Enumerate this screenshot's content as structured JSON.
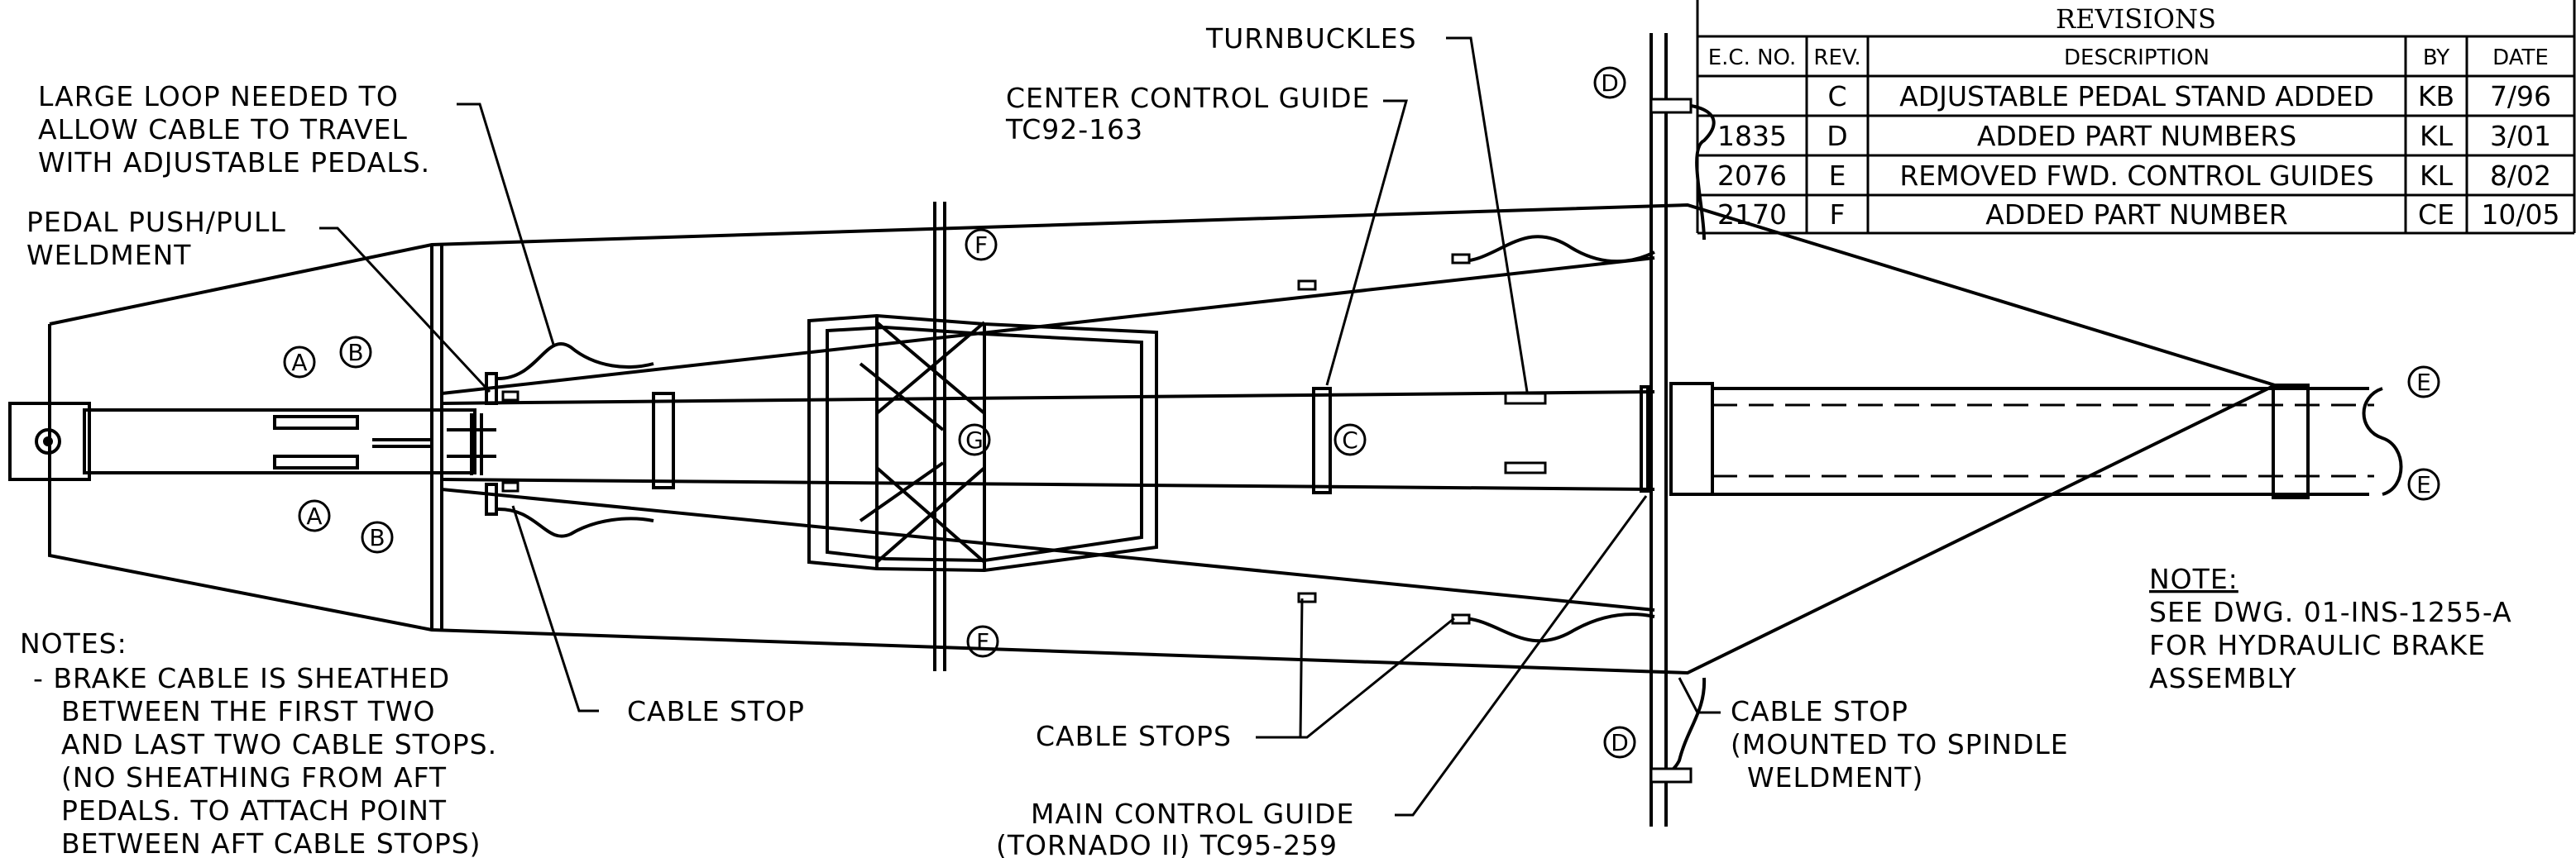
{
  "revisions": {
    "title": "REVISIONS",
    "columns": [
      "E.C. NO.",
      "REV.",
      "DESCRIPTION",
      "BY",
      "DATE"
    ],
    "rows": [
      [
        "",
        "C",
        "ADJUSTABLE PEDAL STAND ADDED",
        "KB",
        "7/96"
      ],
      [
        "1835",
        "D",
        "ADDED PART NUMBERS",
        "KL",
        "3/01"
      ],
      [
        "2076",
        "E",
        "REMOVED FWD. CONTROL GUIDES",
        "KL",
        "8/02"
      ],
      [
        "2170",
        "F",
        "ADDED PART NUMBER",
        "CE",
        "10/05"
      ]
    ]
  },
  "callouts": {
    "turnbuckles": "TURNBUCKLES",
    "large_loop": [
      "LARGE LOOP NEEDED TO",
      "ALLOW CABLE TO TRAVEL",
      "WITH ADJUSTABLE PEDALS."
    ],
    "center_guide": [
      "CENTER CONTROL GUIDE",
      "TC92-163"
    ],
    "pedal_push": [
      "PEDAL PUSH/PULL",
      "WELDMENT"
    ],
    "cable_stop_left": "CABLE STOP",
    "cable_stops": "CABLE STOPS",
    "main_guide": [
      "MAIN CONTROL GUIDE",
      "(TORNADO II) TC95-259"
    ],
    "cable_stop_right": [
      "CABLE STOP",
      "(MOUNTED TO SPINDLE",
      "WELDMENT)"
    ]
  },
  "notes": {
    "heading": "NOTES:",
    "lines": [
      "- BRAKE CABLE IS SHEATHED",
      "BETWEEN THE FIRST TWO",
      "AND LAST TWO CABLE STOPS.",
      "(NO SHEATHING FROM AFT",
      "PEDALS.  TO ATTACH POINT",
      "BETWEEN AFT CABLE STOPS)"
    ]
  },
  "note_right": {
    "heading": "NOTE:",
    "lines": [
      "SEE DWG. 01-INS-1255-A",
      "FOR HYDRAULIC BRAKE",
      "ASSEMBLY"
    ]
  },
  "markers": {
    "A_top": "A",
    "A_bottom": "A",
    "B_top": "B",
    "B_bottom": "B",
    "C": "C",
    "D_top": "D",
    "D_bottom": "D",
    "E_top": "E",
    "E_bottom": "E",
    "F_top": "F",
    "F_bottom": "F",
    "G": "G"
  }
}
